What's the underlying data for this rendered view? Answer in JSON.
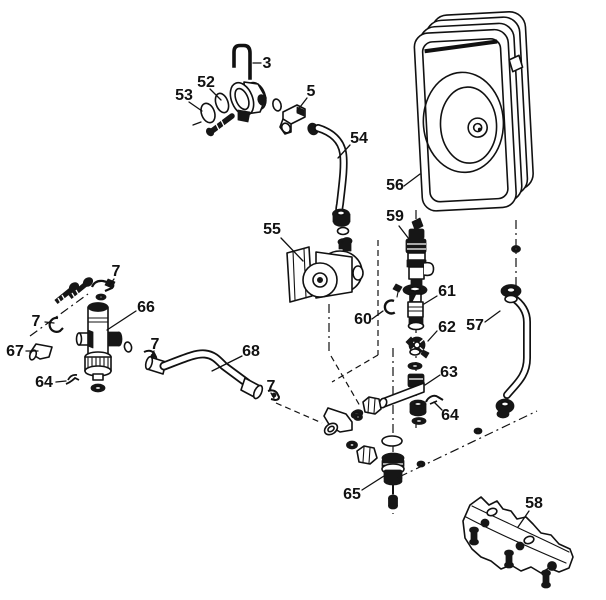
{
  "colors": {
    "background": "#ffffff",
    "ink": "#111111"
  },
  "callouts": {
    "c3": {
      "text": "3"
    },
    "c5": {
      "text": "5"
    },
    "c7_top": {
      "text": "7"
    },
    "c7_left": {
      "text": "7"
    },
    "c7_mid": {
      "text": "7"
    },
    "c7_right": {
      "text": "7"
    },
    "c52": {
      "text": "52"
    },
    "c53": {
      "text": "53"
    },
    "c54": {
      "text": "54"
    },
    "c55": {
      "text": "55"
    },
    "c56": {
      "text": "56"
    },
    "c57": {
      "text": "57"
    },
    "c58": {
      "text": "58"
    },
    "c59": {
      "text": "59"
    },
    "c60": {
      "text": "60"
    },
    "c61": {
      "text": "61"
    },
    "c62": {
      "text": "62"
    },
    "c63": {
      "text": "63"
    },
    "c64_right": {
      "text": "64"
    },
    "c64_left": {
      "text": "64"
    },
    "c65": {
      "text": "65"
    },
    "c66": {
      "text": "66"
    },
    "c67": {
      "text": "67"
    },
    "c68": {
      "text": "68"
    }
  }
}
